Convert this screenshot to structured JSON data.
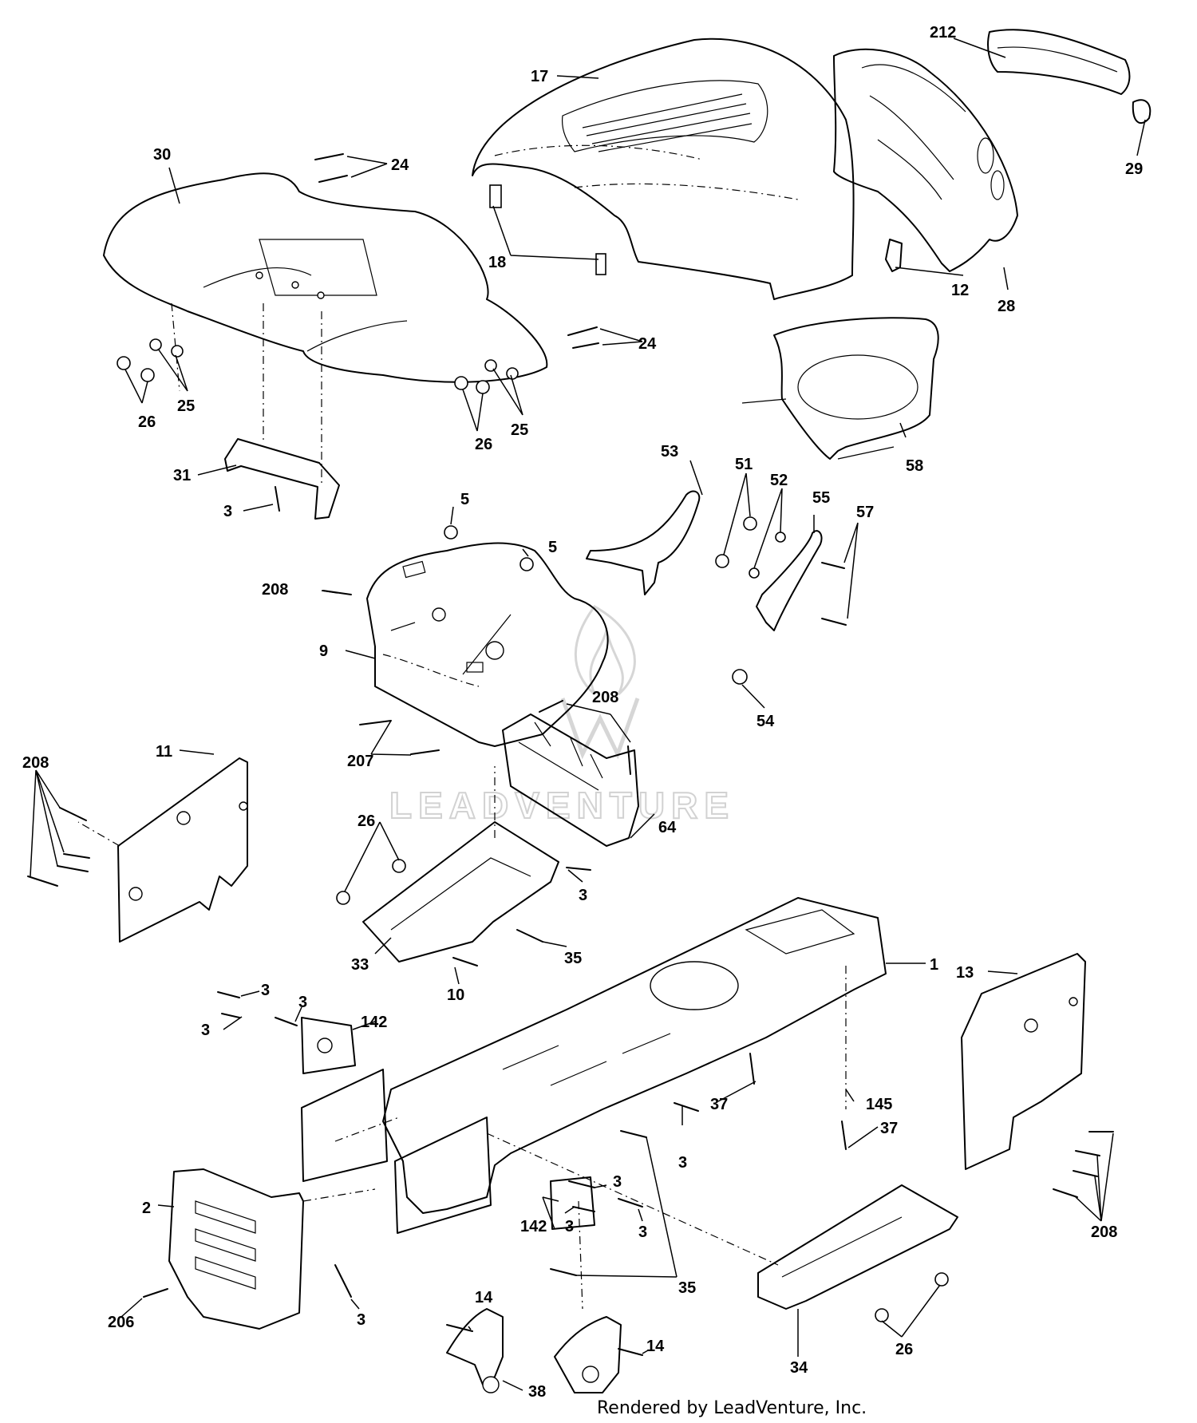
{
  "watermark": {
    "text": "LEADVENTURE",
    "icon": "flame-w-logo-icon"
  },
  "credit": "Rendered by LeadVenture, Inc.",
  "callouts": [
    {
      "id": "c17",
      "text": "17"
    },
    {
      "id": "c212",
      "text": "212"
    },
    {
      "id": "c29",
      "text": "29"
    },
    {
      "id": "c30",
      "text": "30"
    },
    {
      "id": "c24a",
      "text": "24"
    },
    {
      "id": "c18",
      "text": "18"
    },
    {
      "id": "c12",
      "text": "12"
    },
    {
      "id": "c28",
      "text": "28"
    },
    {
      "id": "c24b",
      "text": "24"
    },
    {
      "id": "c25a",
      "text": "25"
    },
    {
      "id": "c26a",
      "text": "26"
    },
    {
      "id": "c25b",
      "text": "25"
    },
    {
      "id": "c26b",
      "text": "26"
    },
    {
      "id": "c58",
      "text": "58"
    },
    {
      "id": "c31",
      "text": "31"
    },
    {
      "id": "c3a",
      "text": "3"
    },
    {
      "id": "c53",
      "text": "53"
    },
    {
      "id": "c51",
      "text": "51"
    },
    {
      "id": "c52",
      "text": "52"
    },
    {
      "id": "c55",
      "text": "55"
    },
    {
      "id": "c57",
      "text": "57"
    },
    {
      "id": "c5a",
      "text": "5"
    },
    {
      "id": "c5b",
      "text": "5"
    },
    {
      "id": "c208a",
      "text": "208"
    },
    {
      "id": "c9",
      "text": "9"
    },
    {
      "id": "c54",
      "text": "54"
    },
    {
      "id": "c208b",
      "text": "208"
    },
    {
      "id": "c207",
      "text": "207"
    },
    {
      "id": "c11",
      "text": "11"
    },
    {
      "id": "c208c",
      "text": "208"
    },
    {
      "id": "c26c",
      "text": "26"
    },
    {
      "id": "c64",
      "text": "64"
    },
    {
      "id": "c3b",
      "text": "3"
    },
    {
      "id": "c35a",
      "text": "35"
    },
    {
      "id": "c33",
      "text": "33"
    },
    {
      "id": "c10",
      "text": "10"
    },
    {
      "id": "c1",
      "text": "1"
    },
    {
      "id": "c13",
      "text": "13"
    },
    {
      "id": "c3c",
      "text": "3"
    },
    {
      "id": "c3d",
      "text": "3"
    },
    {
      "id": "c3e",
      "text": "3"
    },
    {
      "id": "c142a",
      "text": "142"
    },
    {
      "id": "c37a",
      "text": "37"
    },
    {
      "id": "c145",
      "text": "145"
    },
    {
      "id": "c37b",
      "text": "37"
    },
    {
      "id": "c3f",
      "text": "3"
    },
    {
      "id": "c3g",
      "text": "3"
    },
    {
      "id": "c3h",
      "text": "3"
    },
    {
      "id": "c142b",
      "text": "142"
    },
    {
      "id": "c3i",
      "text": "3"
    },
    {
      "id": "c2",
      "text": "2"
    },
    {
      "id": "c208d",
      "text": "208"
    },
    {
      "id": "c35b",
      "text": "35"
    },
    {
      "id": "c206",
      "text": "206"
    },
    {
      "id": "c3j",
      "text": "3"
    },
    {
      "id": "c14a",
      "text": "14"
    },
    {
      "id": "c14b",
      "text": "14"
    },
    {
      "id": "c34",
      "text": "34"
    },
    {
      "id": "c26d",
      "text": "26"
    },
    {
      "id": "c38",
      "text": "38"
    }
  ]
}
